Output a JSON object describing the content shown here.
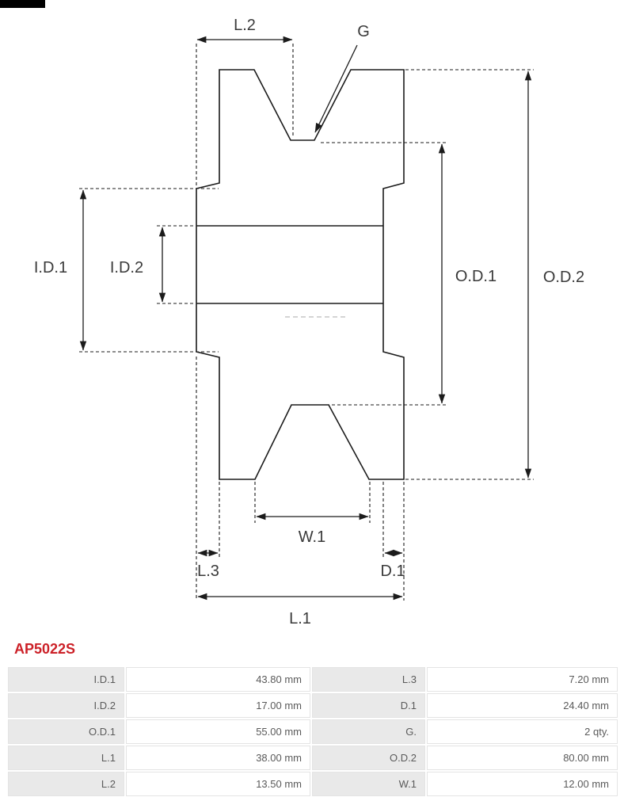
{
  "diagram": {
    "labels": {
      "l2": "L.2",
      "g": "G",
      "id1": "I.D.1",
      "id2": "I.D.2",
      "od1": "O.D.1",
      "od2": "O.D.2",
      "w1": "W.1",
      "l3": "L.3",
      "d1": "D.1",
      "l1": "L.1"
    }
  },
  "part": {
    "number": "AP5022S"
  },
  "spec_table": {
    "rows": [
      {
        "l1": "I.D.1",
        "v1": "43.80 mm",
        "l2": "L.3",
        "v2": "7.20 mm"
      },
      {
        "l1": "I.D.2",
        "v1": "17.00 mm",
        "l2": "D.1",
        "v2": "24.40 mm"
      },
      {
        "l1": "O.D.1",
        "v1": "55.00 mm",
        "l2": "G.",
        "v2": "2 qty."
      },
      {
        "l1": "L.1",
        "v1": "38.00 mm",
        "l2": "O.D.2",
        "v2": "80.00 mm"
      },
      {
        "l1": "L.2",
        "v1": "13.50 mm",
        "l2": "W.1",
        "v2": "12.00 mm"
      }
    ]
  },
  "colors": {
    "line": "#1b1b1b",
    "label_text": "#3a3a3a",
    "part_number": "#cc2128",
    "table_label_bg": "#e9e9e9",
    "table_border": "#e4e4e4",
    "table_text": "#5a5a5a"
  }
}
